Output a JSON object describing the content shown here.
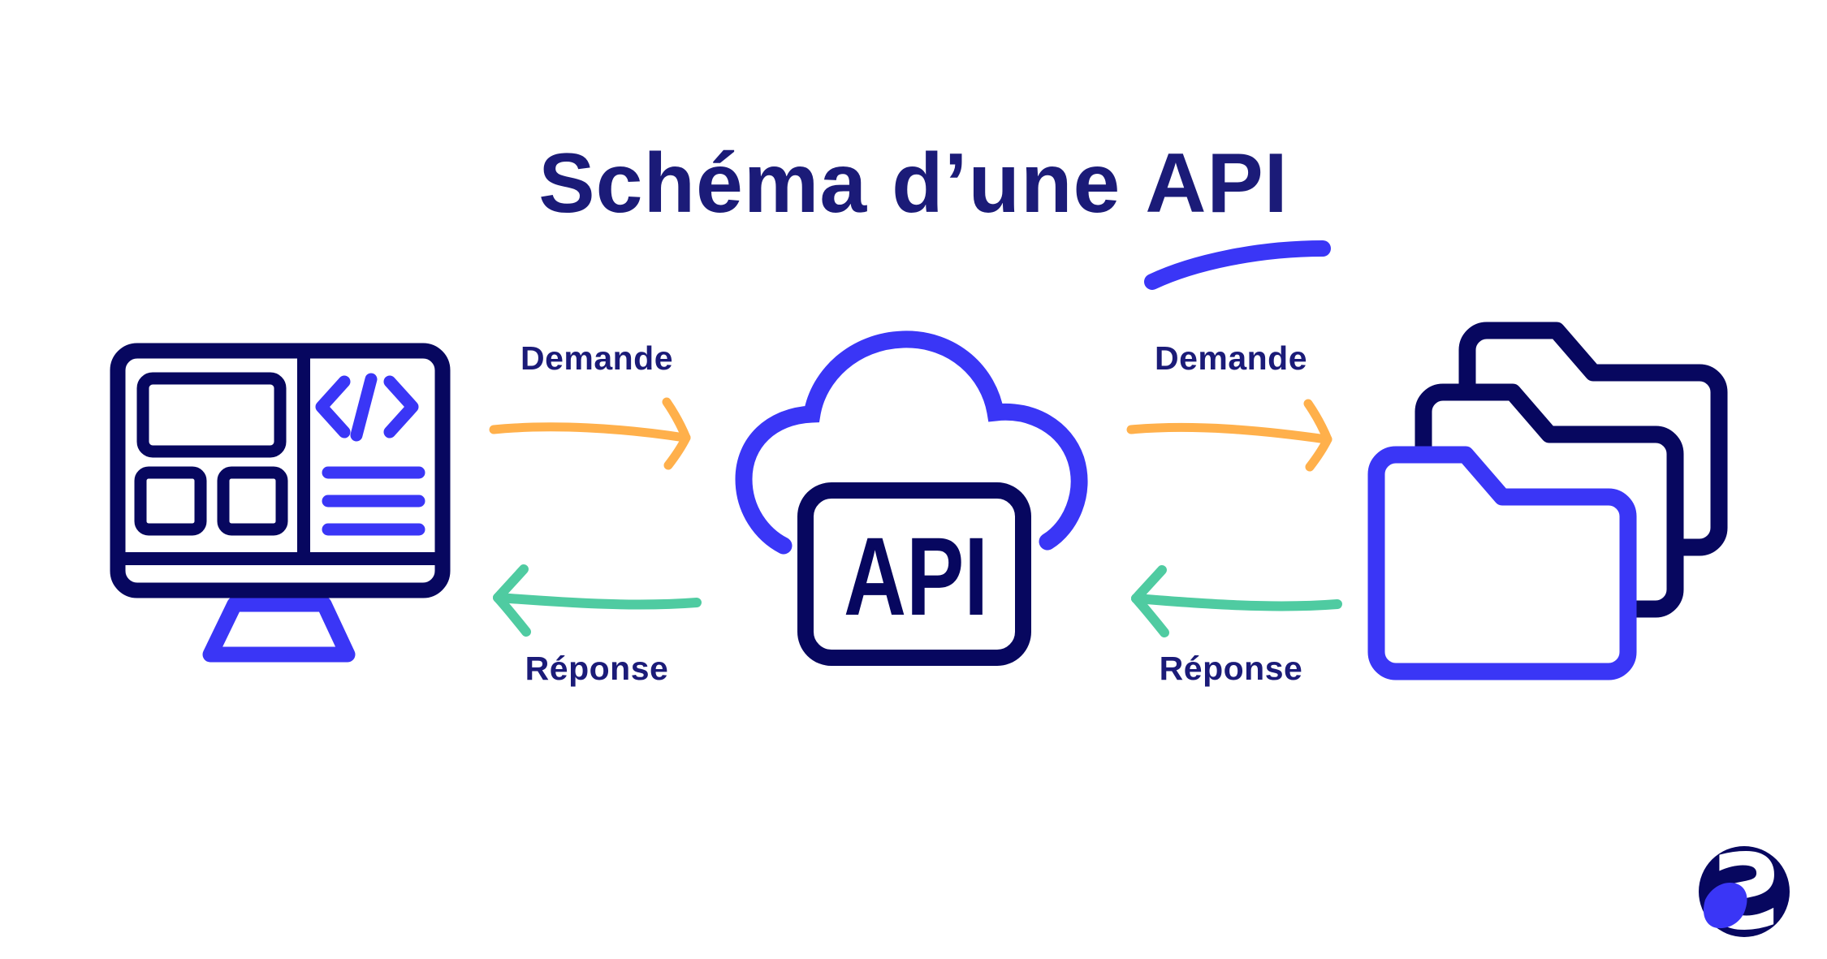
{
  "title": {
    "text": "Schéma d’une API",
    "prefix": "Schéma d’une",
    "highlight": "API"
  },
  "nodes": {
    "client": {
      "icon": "computer-code-icon"
    },
    "middle": {
      "icon": "cloud-icon",
      "badge": "API"
    },
    "server": {
      "icon": "folders-icon"
    }
  },
  "arrows": [
    {
      "label": "Demande",
      "direction": "right",
      "side": "left",
      "color": "#ffb04b"
    },
    {
      "label": "Réponse",
      "direction": "left",
      "side": "left",
      "color": "#4fcba1"
    },
    {
      "label": "Demande",
      "direction": "right",
      "side": "right",
      "color": "#ffb04b"
    },
    {
      "label": "Réponse",
      "direction": "left",
      "side": "right",
      "color": "#4fcba1"
    }
  ],
  "logo": {
    "icon": "s-sphere-logo",
    "letter": "S"
  },
  "colors": {
    "navy": "#07075f",
    "text_navy": "#1b1b78",
    "blue": "#3a36f6",
    "orange": "#ffb04b",
    "green": "#4fcba1",
    "background": "#ffffff"
  }
}
